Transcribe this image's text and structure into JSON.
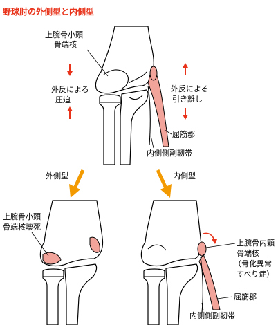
{
  "title": "野球肘の外側型と内側型",
  "top": {
    "capitellum_label": [
      "上腕骨小頭",
      "骨端核"
    ],
    "lateral_label": [
      "外反による",
      "圧迫"
    ],
    "medial_label": [
      "外反による",
      "引き離し"
    ],
    "flexor_label": "屈筋郡",
    "ligament_label": "内側側副靭帯"
  },
  "lateral_type_label": "外側型",
  "medial_type_label": "内側型",
  "bottom_left": {
    "necrosis_label": [
      "上腕骨小頭",
      "骨端核壊死"
    ]
  },
  "bottom_right": {
    "medial_epicondyle_label": [
      "上腕骨内顆",
      "骨端核",
      "（骨化異常",
      "すべり症）"
    ],
    "flexor_label": "屈筋郡",
    "ligament_label": "内側側副靭帯"
  },
  "colors": {
    "title": "#e8331a",
    "arrow_red": "#e8331a",
    "arrow_orange": "#f29a00",
    "tissue": "#f2a39a"
  }
}
